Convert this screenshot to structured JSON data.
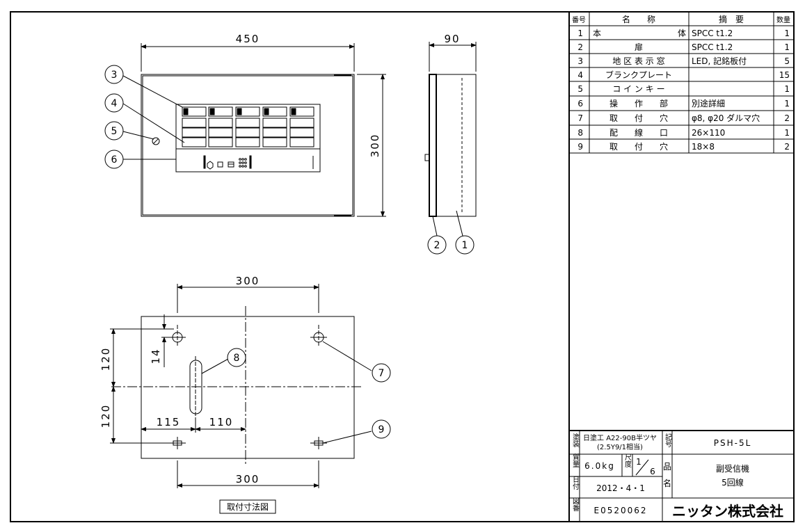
{
  "front_view": {
    "width_dim": "450",
    "height_dim": "300"
  },
  "side_view": {
    "depth_dim": "90"
  },
  "mount_view": {
    "top_dim": "300",
    "bottom_dim": "300",
    "upper_dim": "120",
    "lower_dim": "120",
    "offset_dim": "14",
    "left_dim": "115",
    "mid_dim": "110",
    "caption": "取付寸法図"
  },
  "balloons": [
    "1",
    "2",
    "3",
    "4",
    "5",
    "6",
    "7",
    "8",
    "9"
  ],
  "parts_table": {
    "headers": {
      "no": "番号",
      "name": "名　　称",
      "spec": "摘　要",
      "qty": "数量"
    },
    "rows": [
      {
        "no": "1",
        "name_l": "本",
        "name_r": "体",
        "spec": "SPCC t1.2",
        "qty": "1"
      },
      {
        "no": "2",
        "name_l": "",
        "name_r": "",
        "name_c": "扉",
        "spec": "SPCC t1.2",
        "qty": "1"
      },
      {
        "no": "3",
        "name_c": "地 区 表 示 窓",
        "spec": "LED, 記銘板付",
        "qty": "5"
      },
      {
        "no": "4",
        "name_c": "ブランクプレート",
        "spec": "",
        "qty": "15"
      },
      {
        "no": "5",
        "name_c": "コ イ ン キ ー",
        "spec": "",
        "qty": "1"
      },
      {
        "no": "6",
        "name_c": "操　　作　　部",
        "spec": "別途詳細",
        "qty": "1"
      },
      {
        "no": "7",
        "name_c": "取　　付　　穴",
        "spec": "φ8, φ20 ダルマ穴",
        "qty": "2"
      },
      {
        "no": "8",
        "name_c": "配　　線　　口",
        "spec": "26×110",
        "qty": "1"
      },
      {
        "no": "9",
        "name_c": "取　　付　　穴",
        "spec": "18×8",
        "qty": "2"
      }
    ]
  },
  "title_block": {
    "paint_label": "塗装",
    "paint_value_1": "日塗工 A22-90B半ツヤ",
    "paint_value_2": "(2.5Y9/1相当)",
    "code_label": "記号",
    "code_value": "PSH-5L",
    "weight_label": "質量",
    "weight_value": "6.0kg",
    "scale_label": "尺度",
    "scale_num": "1",
    "scale_den": "6",
    "name_label_1": "品",
    "name_label_2": "名",
    "product_name_1": "副受信機",
    "product_name_2": "5回線",
    "date_label": "日付",
    "date_value": "2012・4・1",
    "drawing_label": "図番",
    "drawing_value": "E0520062",
    "company": "ニッタン株式会社"
  }
}
